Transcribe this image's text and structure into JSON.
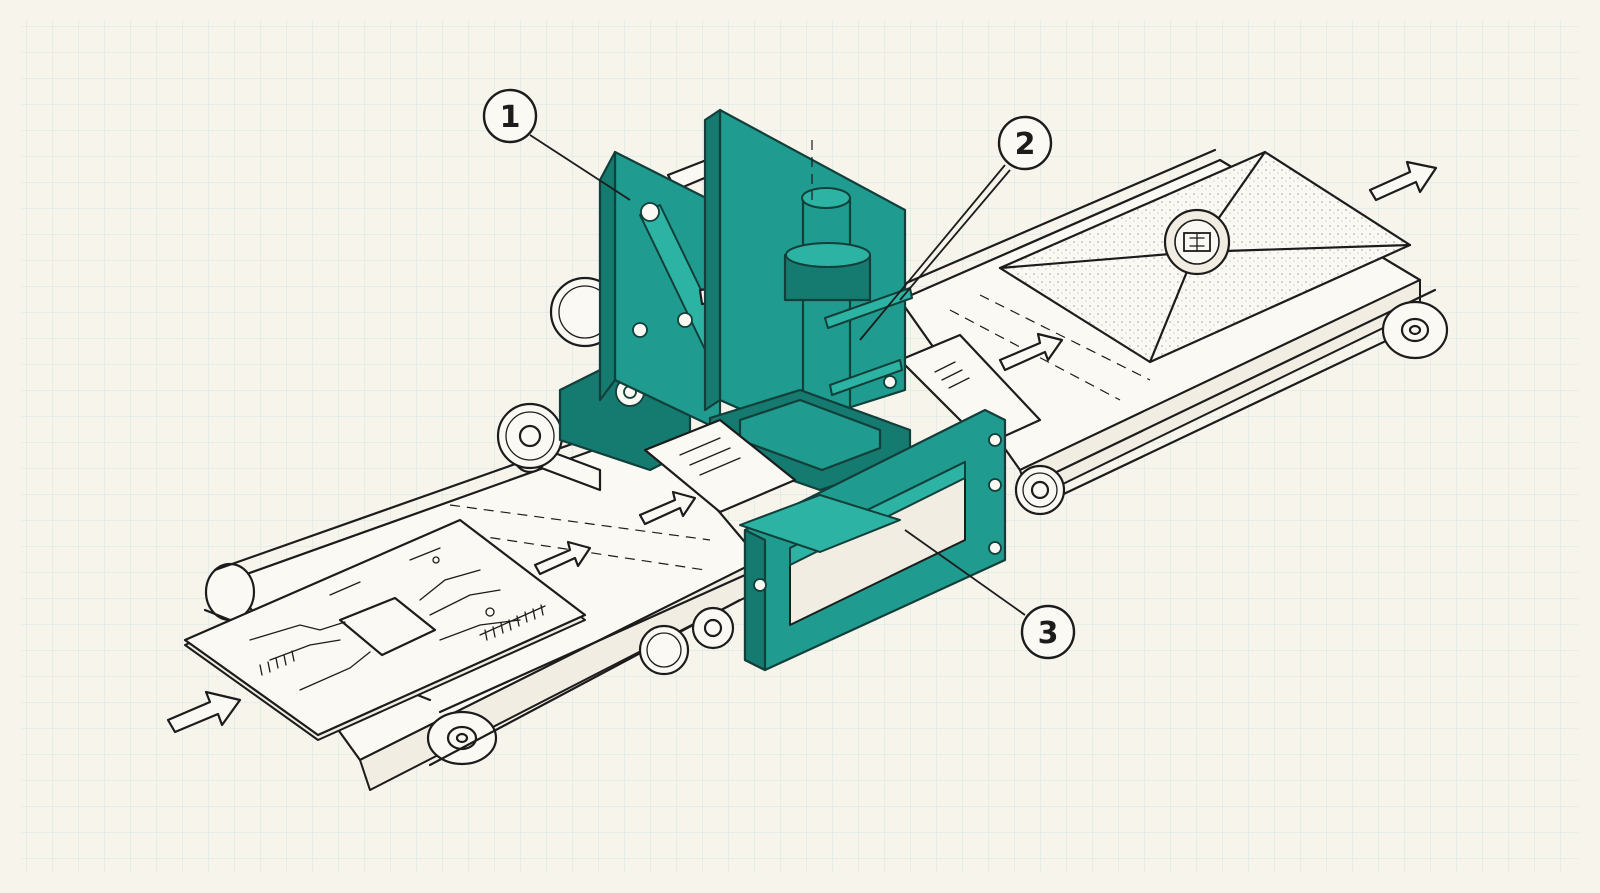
{
  "callouts": [
    {
      "id": "1",
      "label": "1"
    },
    {
      "id": "2",
      "label": "2"
    },
    {
      "id": "3",
      "label": "3"
    }
  ],
  "colors": {
    "background": "#f7f4ec",
    "grid": "#cfe3e0",
    "ink": "#1c1c1c",
    "accent_teal": "#1f9c8f",
    "accent_teal_dark": "#157a70"
  },
  "icons": {
    "seal": "wax-seal-icon",
    "arrow": "flow-arrow-icon"
  }
}
